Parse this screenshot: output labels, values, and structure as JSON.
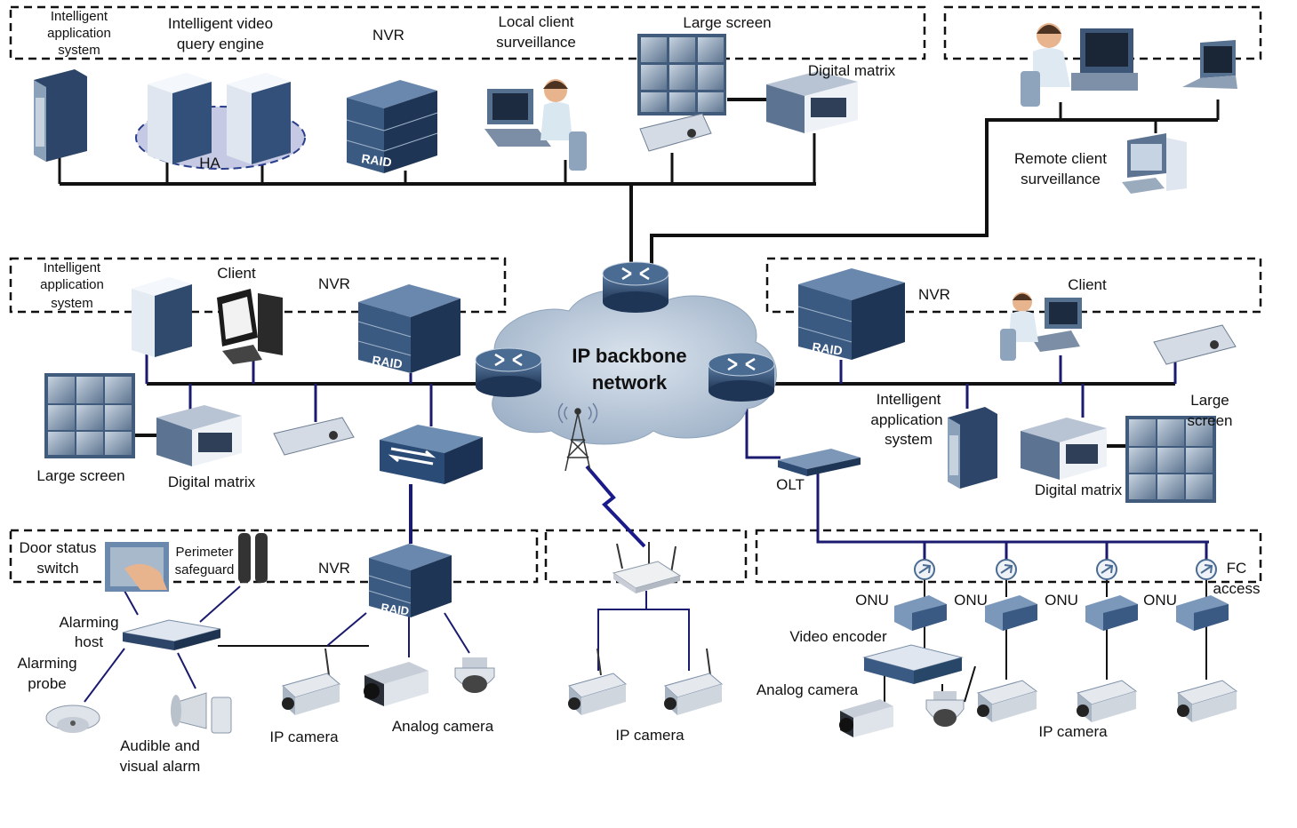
{
  "central": {
    "line1": "IP backbone",
    "line2": "network"
  },
  "top": {
    "ias": [
      "Intelligent",
      "application",
      "system"
    ],
    "query": [
      "Intelligent  video",
      "query engine"
    ],
    "nvr": "NVR",
    "local": [
      "Local client",
      "surveillance"
    ],
    "large_screen": "Large screen",
    "digital_matrix": "Digital matrix",
    "ha": "HA",
    "raid": "RAID"
  },
  "remote": {
    "label": [
      "Remote client",
      "surveillance"
    ]
  },
  "left": {
    "ias": [
      "Intelligent",
      "application",
      "system"
    ],
    "client": "Client",
    "nvr": "NVR",
    "raid": "RAID",
    "large_screen": "Large screen",
    "digital_matrix": "Digital matrix"
  },
  "right": {
    "nvr": "NVR",
    "raid": "RAID",
    "client": "Client",
    "ias": [
      "Intelligent",
      "application",
      "system"
    ],
    "large_screen": [
      "Large",
      "screen"
    ],
    "digital_matrix": "Digital matrix",
    "olt": "OLT"
  },
  "bottom_left": {
    "door": [
      "Door status",
      "switch"
    ],
    "perimeter": [
      "Perimeter",
      "safeguard"
    ],
    "nvr": "NVR",
    "raid": "RAID",
    "alarm_host": [
      "Alarming",
      "host"
    ],
    "alarm_probe": [
      "Alarming",
      "probe"
    ],
    "audible": [
      "Audible and",
      "visual alarm"
    ],
    "ip_camera": "IP camera",
    "analog_camera": "Analog camera"
  },
  "bottom_mid": {
    "ip_camera": "IP camera"
  },
  "bottom_right": {
    "fc": [
      "FC",
      "access"
    ],
    "onu": "ONU",
    "video_encoder": "Video encoder",
    "analog_camera": "Analog camera",
    "ip_camera": "IP camera"
  },
  "colors": {
    "line": "#111111",
    "link": "#1a1a6e",
    "device": "#2f4a6d",
    "cloud": "#aebfd2"
  }
}
